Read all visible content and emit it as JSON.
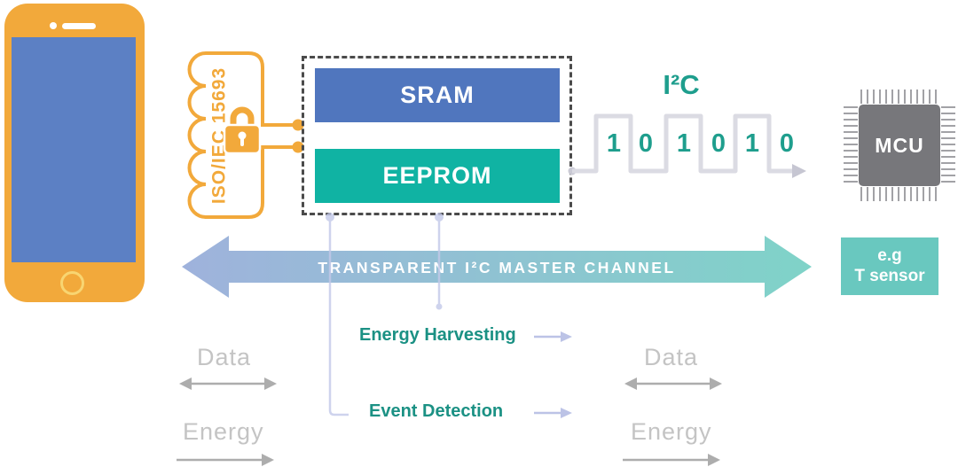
{
  "antenna": {
    "standard_label": "ISO/IEC 15693"
  },
  "memory": {
    "sram_label": "SRAM",
    "eeprom_label": "EEPROM"
  },
  "i2c": {
    "label": "I²C",
    "bits": [
      "1",
      "0",
      "1",
      "0",
      "1",
      "0"
    ]
  },
  "mcu": {
    "label": "MCU"
  },
  "sensor": {
    "label_line1": "e.g",
    "label_line2": "T sensor"
  },
  "channel": {
    "label": "TRANSPARENT I²C MASTER CHANNEL"
  },
  "features": {
    "energy_harvesting_label": "Energy Harvesting",
    "event_detection_label": "Event Detection"
  },
  "flows_left": {
    "data_label": "Data",
    "energy_label": "Energy"
  },
  "flows_right": {
    "data_label": "Data",
    "energy_label": "Energy"
  },
  "colors": {
    "orange": "#F2A93B",
    "screen_blue": "#5C80C4",
    "sram_blue": "#5076BE",
    "eeprom_teal": "#10B3A3",
    "sensor_teal": "#69C8BF",
    "teal_text": "#1E9E8D",
    "feature_teal": "#1B9184",
    "mcu_gray": "#77777B",
    "dashed_border": "#4B4B4B",
    "channel_gradient_left": "#9FB2DC",
    "channel_gradient_right": "#7FD3C8",
    "lavender": "#C3C9E9",
    "waveform_gray": "#DBDBE3",
    "flow_gray": "#C4C4C4"
  }
}
